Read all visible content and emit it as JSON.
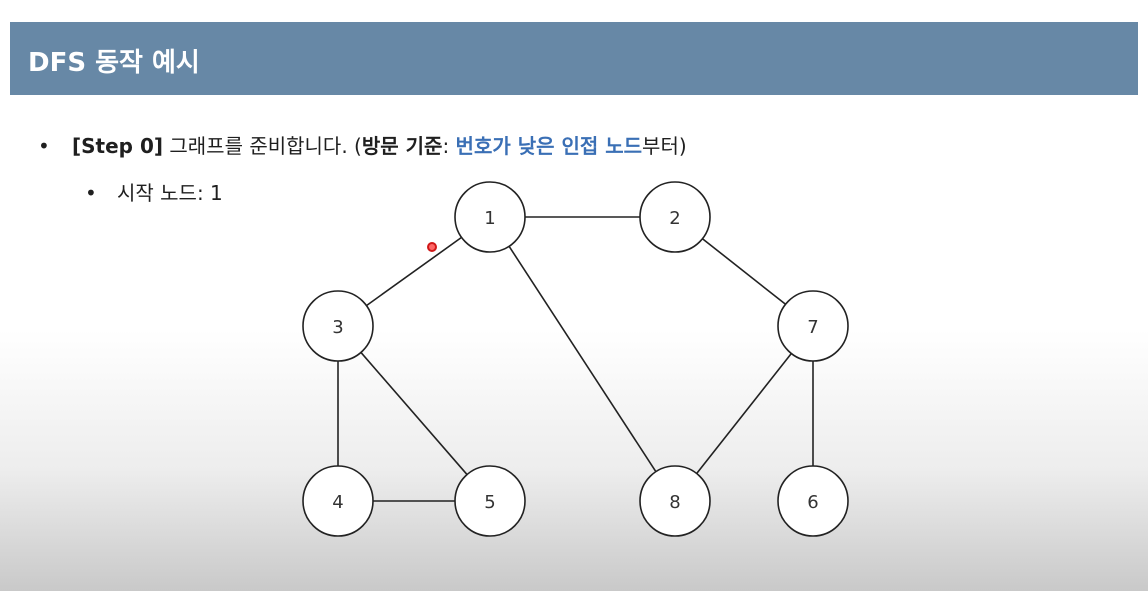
{
  "header": {
    "title": "DFS 동작 예시"
  },
  "bullets": {
    "step": {
      "bullet": "•",
      "label": "[Step 0]",
      "text": " 그래프를 준비합니다. (",
      "criteria_label": "방문 기준",
      "colon": ": ",
      "criteria_value": "번호가 낮은 인접 노드",
      "suffix": "부터)"
    },
    "start": {
      "bullet": "•",
      "text": "시작 노드: 1"
    }
  },
  "graph": {
    "nodes": [
      {
        "id": "1",
        "label": "1"
      },
      {
        "id": "2",
        "label": "2"
      },
      {
        "id": "3",
        "label": "3"
      },
      {
        "id": "7",
        "label": "7"
      },
      {
        "id": "4",
        "label": "4"
      },
      {
        "id": "5",
        "label": "5"
      },
      {
        "id": "8",
        "label": "8"
      },
      {
        "id": "6",
        "label": "6"
      }
    ],
    "edges": [
      [
        "1",
        "2"
      ],
      [
        "1",
        "3"
      ],
      [
        "1",
        "8"
      ],
      [
        "2",
        "7"
      ],
      [
        "3",
        "4"
      ],
      [
        "3",
        "5"
      ],
      [
        "4",
        "5"
      ],
      [
        "7",
        "8"
      ],
      [
        "7",
        "6"
      ]
    ]
  },
  "colors": {
    "header_bg": "#6788a6",
    "highlight": "#3a6fb5",
    "pointer": "#d01818"
  }
}
